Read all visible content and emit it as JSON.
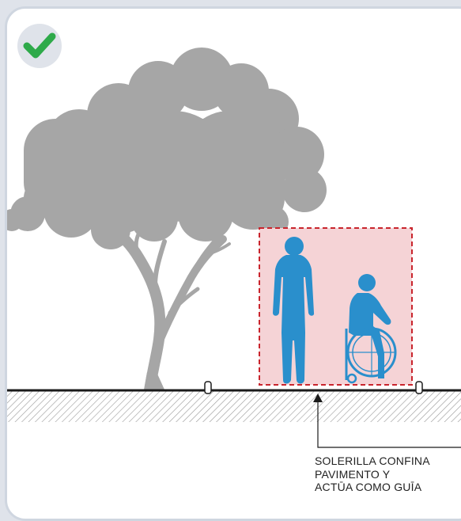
{
  "status": {
    "icon": "checkmark-circle-icon",
    "color": "#2eaa4a"
  },
  "colors": {
    "tree": "#a6a6a6",
    "zone_fill": "#f5d3d6",
    "zone_border": "#c9252d",
    "figures": "#2a8fcc",
    "ground": "#1a1a1a"
  },
  "icons": {
    "pedestrian": "standing-person-icon",
    "wheelchair": "wheelchair-user-icon",
    "curb": "curb-icon"
  },
  "caption": {
    "lines": [
      "SOLERILLA CONFINA",
      "PAVIMENTO Y",
      "ACTŪA COMO GUĪA"
    ]
  }
}
